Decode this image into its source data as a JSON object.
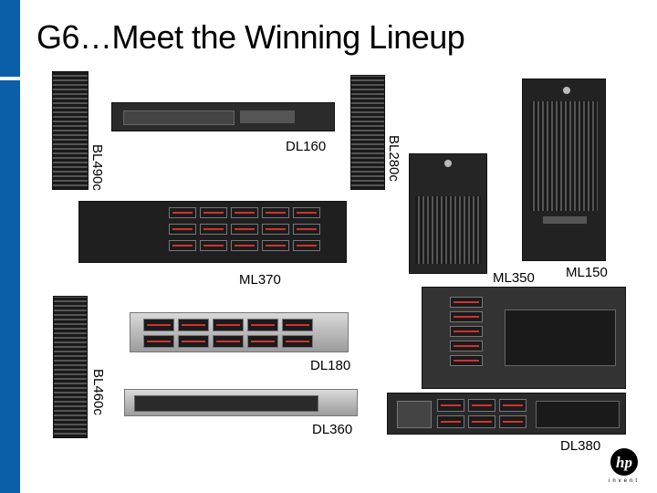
{
  "slide": {
    "title": "G6…Meet the Winning Lineup"
  },
  "products": {
    "bl490c": "BL490c",
    "dl160": "DL160",
    "bl280c": "BL280c",
    "ml370": "ML370",
    "ml350": "ML350",
    "ml150": "ML150",
    "dl180": "DL180",
    "bl460c": "BL460c",
    "dl360": "DL360",
    "dl380": "DL380"
  },
  "brand": {
    "logo": "hp",
    "tagline": "invent",
    "accent_color": "#0a5fa8"
  }
}
